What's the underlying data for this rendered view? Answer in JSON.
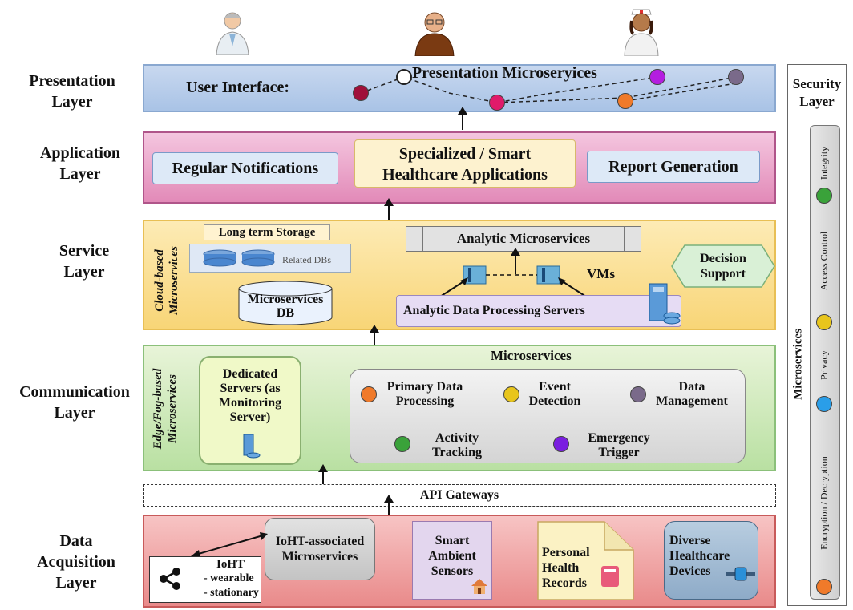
{
  "layers": {
    "presentation": "Presentation Layer",
    "application": "Application Layer",
    "service": "Service Layer",
    "communication": "Communication Layer",
    "data_acquisition": "Data Acquisition Layer",
    "security": "Security Layer"
  },
  "presentation": {
    "user_interface": "User Interface:",
    "microservices": "Presentation Microseryices"
  },
  "application": {
    "regular_notifications": "Regular Notifications",
    "smart_apps": "Specialized / Smart Healthcare Applications",
    "report_generation": "Report Generation"
  },
  "service": {
    "side_label_1": "Cloud-based",
    "side_label_2": "Microservices",
    "long_term_storage": "Long term Storage",
    "related_dbs": "Related DBs",
    "microservices_db": "Microservices DB",
    "analytic_microservices": "Analytic Microservices",
    "vms": "VMs",
    "analytic_servers": "Analytic Data Processing Servers",
    "decision_support": "Decision Support"
  },
  "communication": {
    "side_label_1": "Edge/Fog-based",
    "side_label_2": "Microservices",
    "dedicated_servers": "Dedicated Servers (as Monitoring Server)",
    "microservices_title": "Microservices",
    "primary_data": "Primary Data Processing",
    "event_detection": "Event Detection",
    "data_management": "Data Management",
    "activity_tracking": "Activity Tracking",
    "emergency_trigger": "Emergency Trigger"
  },
  "api_gateways": "API Gateways",
  "data_acquisition": {
    "ioht_microservices": "IoHT-associated Microservices",
    "ioht_title": "IoHT",
    "ioht_wearable": "- wearable",
    "ioht_stationary": "- stationary",
    "smart_sensors": "Smart Ambient Sensors",
    "personal_records": "Personal Health Records",
    "diverse_devices": "Diverse Healthcare Devices"
  },
  "security": {
    "microservices": "Microservices",
    "integrity": "Integrity",
    "access_control": "Access Control",
    "privacy": "Privacy",
    "encryption": "Encryption / Decryption"
  },
  "colors": {
    "orange": "#f07a2a",
    "yellow": "#e8c51c",
    "purple_gray": "#7a6a8a",
    "green": "#3aa23a",
    "violet": "#8a1ee0",
    "blue": "#2a9ee8",
    "crimson": "#a0103a",
    "magenta": "#e01a6a"
  }
}
